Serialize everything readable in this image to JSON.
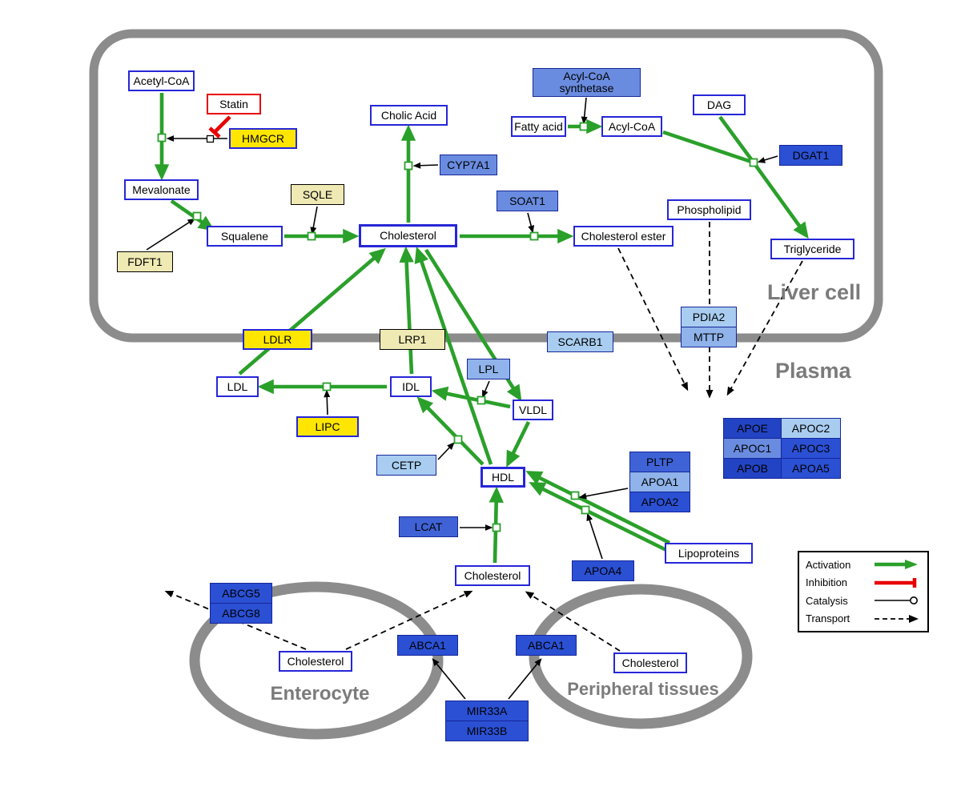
{
  "compartments": {
    "liver": {
      "label": "Liver cell"
    },
    "plasma": {
      "label": "Plasma"
    },
    "enterocyte": {
      "label": "Enterocyte"
    },
    "peripheral": {
      "label": "Peripheral tissues"
    }
  },
  "palette": {
    "white": "#ffffff",
    "yellow": "#ffe600",
    "khaki": "#efe9b4",
    "blue_100": "#a8cdf0",
    "blue_200": "#8fb3ea",
    "blue_300": "#6a8ce0",
    "blue_400": "#3f63d6",
    "blue_500": "#2b50d4",
    "blue_600": "#2243c4"
  },
  "colors": {
    "activation": "#2aa02a",
    "inhibition": "#e80000",
    "catalysis": "#000000",
    "transport": "#000000",
    "membrane": "#8c8c8c",
    "metabolite_border": "#2626d8"
  },
  "nodes": {
    "acetyl_coa": {
      "label": "Acetyl-CoA"
    },
    "statin": {
      "label": "Statin"
    },
    "hmgcr": {
      "label": "HMGCR"
    },
    "mevalonate": {
      "label": "Mevalonate"
    },
    "sqle": {
      "label": "SQLE"
    },
    "fdft1": {
      "label": "FDFT1"
    },
    "squalene": {
      "label": "Squalene"
    },
    "cholesterol_liver": {
      "label": "Cholesterol"
    },
    "cholic_acid": {
      "label": "Cholic Acid"
    },
    "cyp7a1": {
      "label": "CYP7A1"
    },
    "acyl_coa_synthetase": {
      "label": "Acyl-CoA synthetase"
    },
    "fatty_acid": {
      "label": "Fatty acid"
    },
    "acyl_coa": {
      "label": "Acyl-CoA"
    },
    "dag": {
      "label": "DAG"
    },
    "dgat1": {
      "label": "DGAT1"
    },
    "soat1": {
      "label": "SOAT1"
    },
    "cholesterol_ester": {
      "label": "Cholesterol ester"
    },
    "phospholipid": {
      "label": "Phospholipid"
    },
    "triglyceride": {
      "label": "Triglyceride"
    },
    "pdia2": {
      "label": "PDIA2"
    },
    "mttp": {
      "label": "MTTP"
    },
    "ldlr": {
      "label": "LDLR"
    },
    "lrp1": {
      "label": "LRP1"
    },
    "scarb1": {
      "label": "SCARB1"
    },
    "ldl": {
      "label": "LDL"
    },
    "idl": {
      "label": "IDL"
    },
    "lpl": {
      "label": "LPL"
    },
    "vldl": {
      "label": "VLDL"
    },
    "lipc": {
      "label": "LIPC"
    },
    "cetp": {
      "label": "CETP"
    },
    "hdl": {
      "label": "HDL"
    },
    "lcat": {
      "label": "LCAT"
    },
    "pltp": {
      "label": "PLTP"
    },
    "apoa1": {
      "label": "APOA1"
    },
    "apoa2": {
      "label": "APOA2"
    },
    "apoa4": {
      "label": "APOA4"
    },
    "lipoproteins": {
      "label": "Lipoproteins"
    },
    "cholesterol_plasma": {
      "label": "Cholesterol"
    },
    "apoe": {
      "label": "APOE"
    },
    "apoc2": {
      "label": "APOC2"
    },
    "apoc1": {
      "label": "APOC1"
    },
    "apoc3": {
      "label": "APOC3"
    },
    "apob": {
      "label": "APOB"
    },
    "apoa5": {
      "label": "APOA5"
    },
    "abcg5": {
      "label": "ABCG5"
    },
    "abcg8": {
      "label": "ABCG8"
    },
    "cholesterol_enterocyte": {
      "label": "Cholesterol"
    },
    "abca1_enterocyte": {
      "label": "ABCA1"
    },
    "abca1_peripheral": {
      "label": "ABCA1"
    },
    "cholesterol_peripheral": {
      "label": "Cholesterol"
    },
    "mir33a": {
      "label": "MIR33A"
    },
    "mir33b": {
      "label": "MIR33B"
    }
  },
  "legend": {
    "items": [
      {
        "label": "Activation",
        "kind": "activation"
      },
      {
        "label": "Inhibition",
        "kind": "inhibition"
      },
      {
        "label": "Catalysis",
        "kind": "catalysis"
      },
      {
        "label": "Transport",
        "kind": "transport"
      }
    ]
  }
}
